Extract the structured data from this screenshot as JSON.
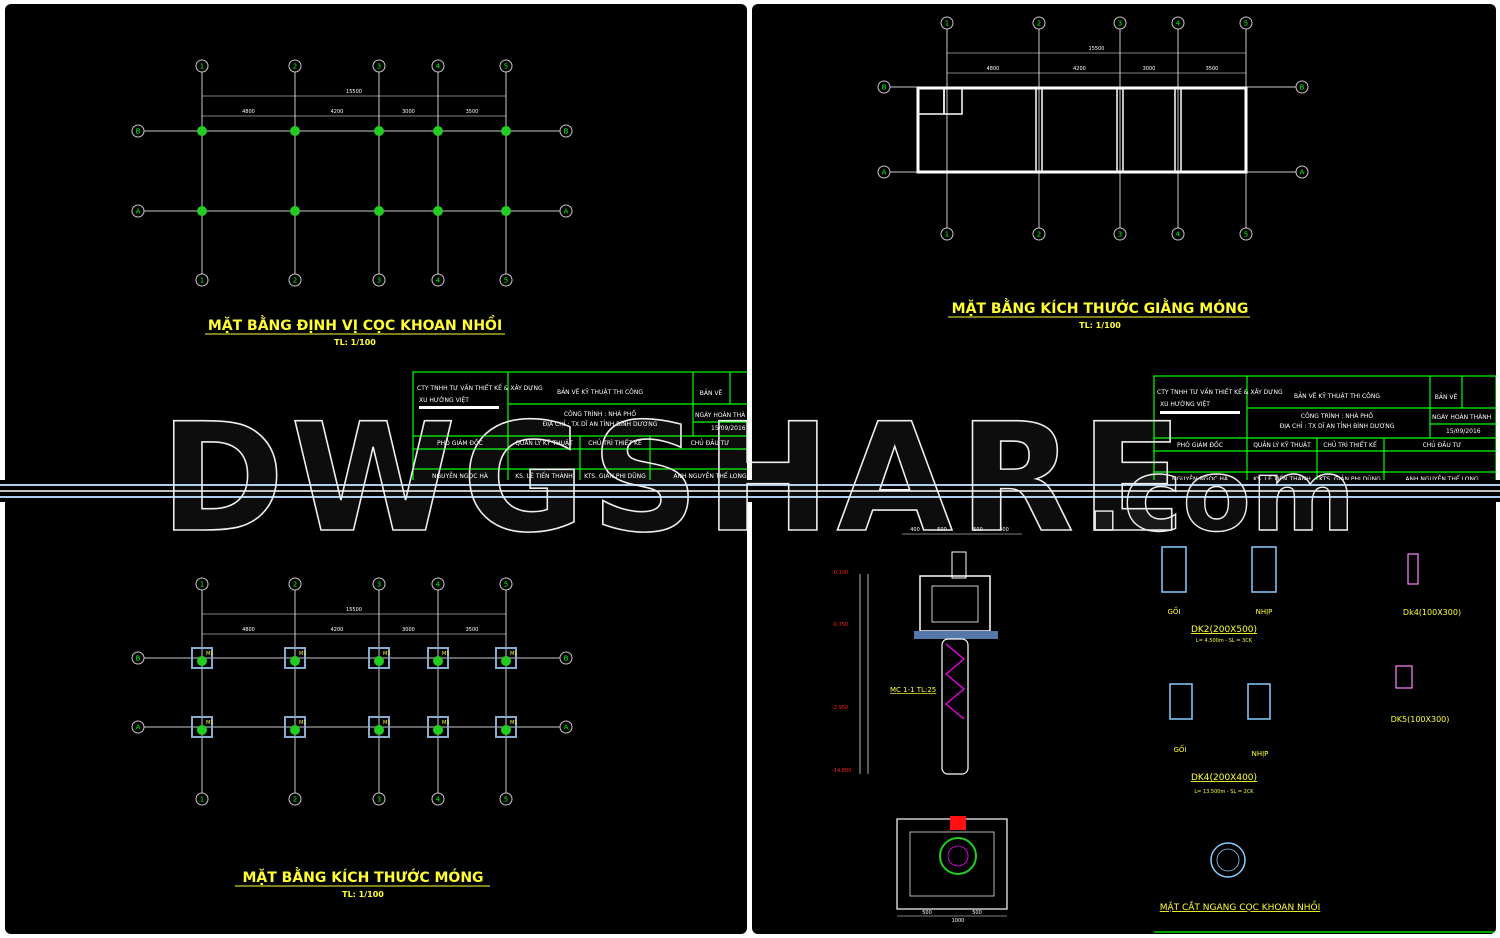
{
  "watermark": {
    "main": "DWGSHARE",
    "suffix": ".com"
  },
  "left_panel": {
    "plan1": {
      "title": "MẶT BẰNG ĐỊNH VỊ CỌC KHOAN NHỒI",
      "scale": "TL: 1/100",
      "axes_x": [
        "1",
        "2",
        "3",
        "4",
        "5"
      ],
      "axes_y": [
        "B",
        "A"
      ],
      "total_dim": "15500",
      "spans": [
        "4800",
        "4200",
        "3000",
        "3500"
      ]
    },
    "plan2": {
      "title": "MẶT BẰNG KÍCH THƯỚC MÓNG",
      "scale": "TL: 1/100",
      "axes_x": [
        "1",
        "2",
        "3",
        "4",
        "5"
      ],
      "axes_y": [
        "B",
        "A"
      ],
      "total_dim": "15500",
      "spans": [
        "4800",
        "4200",
        "3000",
        "3500"
      ],
      "footing_label": "M1"
    },
    "title_block": {
      "company_small": "CTY TNHH TƯ VẤN THIẾT KẾ & XÂY DỰNG",
      "company": "XU HƯỚNG VIỆT",
      "drawing_type": "BẢN VẼ KỸ THUẬT THI CÔNG",
      "project": "CÔNG TRÌNH : NHÀ PHỐ",
      "address": "ĐỊA CHỈ : TX DĨ AN TỈNH BÌNH DƯƠNG",
      "ban_ve": "BẢN VẼ",
      "ngay": "NGÀY HOÀN THÀ",
      "date": "15/09/2016",
      "roles": [
        "PHÓ GIÁM ĐỐC",
        "QUẢN LÝ KỸ THUẬT",
        "CHỦ TRÌ THIẾT KẾ",
        "CHỦ ĐẦU TƯ"
      ],
      "names": [
        "NGUYỄN NGỌC HÀ",
        "KS. LÊ TIẾN THÀNH",
        "KTS. GIẢN PHI DŨNG",
        "ANH NGUYỄN THẾ LONG"
      ]
    }
  },
  "right_panel": {
    "plan3": {
      "title": "MẶT BẰNG KÍCH THƯỚC GIẰNG MÓNG",
      "scale": "TL: 1/100",
      "axes_x": [
        "1",
        "2",
        "3",
        "4",
        "5"
      ],
      "axes_y": [
        "B",
        "A"
      ],
      "total_dim": "15500",
      "spans": [
        "4800",
        "4200",
        "3000",
        "3500"
      ]
    },
    "title_block": {
      "company_small": "CTY TNHH TƯ VẤN THIẾT KẾ & XÂY DỰNG",
      "company": "XU HƯỚNG VIỆT",
      "drawing_type": "BẢN VẼ KỸ THUẬT THI CÔNG",
      "project": "CÔNG TRÌNH : NHÀ PHỐ",
      "address": "ĐỊA CHỈ : TX DĨ AN TỈNH BÌNH DƯƠNG",
      "ban_ve": "BẢN VẼ",
      "ngay": "NGÀY HOÀN THÀNH",
      "date": "15/09/2016",
      "roles": [
        "PHÓ GIÁM ĐỐC",
        "QUẢN LÝ KỸ THUẬT",
        "CHỦ TRÌ THIẾT KẾ",
        "CHỦ ĐẦU TƯ"
      ],
      "names": [
        "NGUYỄN NGỌC HÀ",
        "KS. LÊ TIẾN THÀNH",
        "KTS. GIẢN PHI DŨNG",
        "ANH NGUYỄN THẾ LONG"
      ]
    },
    "details": {
      "section_label": "MC 1-1 TL:25",
      "dk2": "DK2(200X500)",
      "dk2_note": "L= 4.500m - SL = 3CK",
      "dk4_small": "Dk4(100X300)",
      "dk5": "DK5(100X300)",
      "dk4": "DK4(200X400)",
      "dk4_note": "L= 13.500m - SL = 2CK",
      "goi": "GỐI",
      "nhip": "NHỊP",
      "pile_section": "MẶT CẮT NGANG CỌC KHOAN NHỒI",
      "footing_dims": [
        "400",
        "500",
        "500",
        "400"
      ],
      "bottom_dims": [
        "500",
        "500"
      ],
      "bottom_total": "1000"
    }
  },
  "colors": {
    "background": "#000000",
    "title": "#ffff33",
    "titleblock": "#00ff00",
    "pile": "#22cc22",
    "grid": "#c8c8c8",
    "rebar": "#ff00ff",
    "annotation_red": "#ff2222",
    "footing": "#88aacc"
  }
}
